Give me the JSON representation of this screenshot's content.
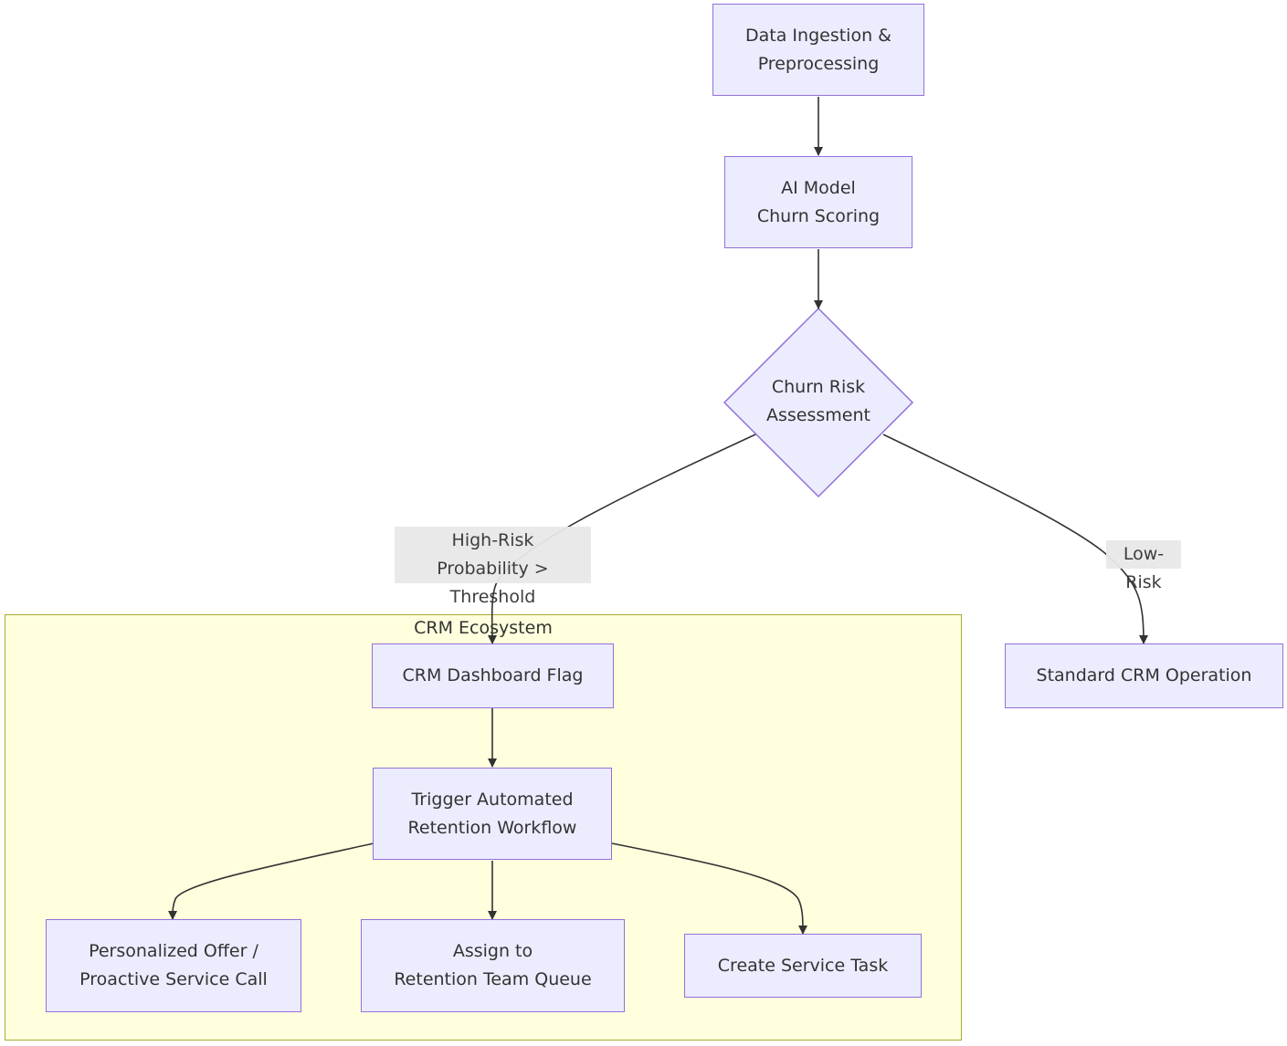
{
  "nodes": {
    "ingest": "Data Ingestion &\nPreprocessing",
    "model": "AI Model\nChurn Scoring",
    "decision": "Churn Risk\nAssessment",
    "flag": "CRM Dashboard Flag",
    "standard": "Standard CRM Operation",
    "workflow": "Trigger Automated\nRetention Workflow",
    "offer": "Personalized Offer /\nProactive Service Call",
    "queue": "Assign to\nRetention Team Queue",
    "task": "Create Service Task"
  },
  "edge_labels": {
    "high_risk": "High-Risk\nProbability > Threshold",
    "low_risk": "Low-Risk"
  },
  "cluster": {
    "title": "CRM Ecosystem"
  },
  "colors": {
    "node_fill": "#ececff",
    "node_stroke": "#9370db",
    "cluster_fill": "#ffffde",
    "cluster_stroke": "#aaaa33",
    "edge": "#333333",
    "edge_label_bg": "#e8e8e8"
  }
}
